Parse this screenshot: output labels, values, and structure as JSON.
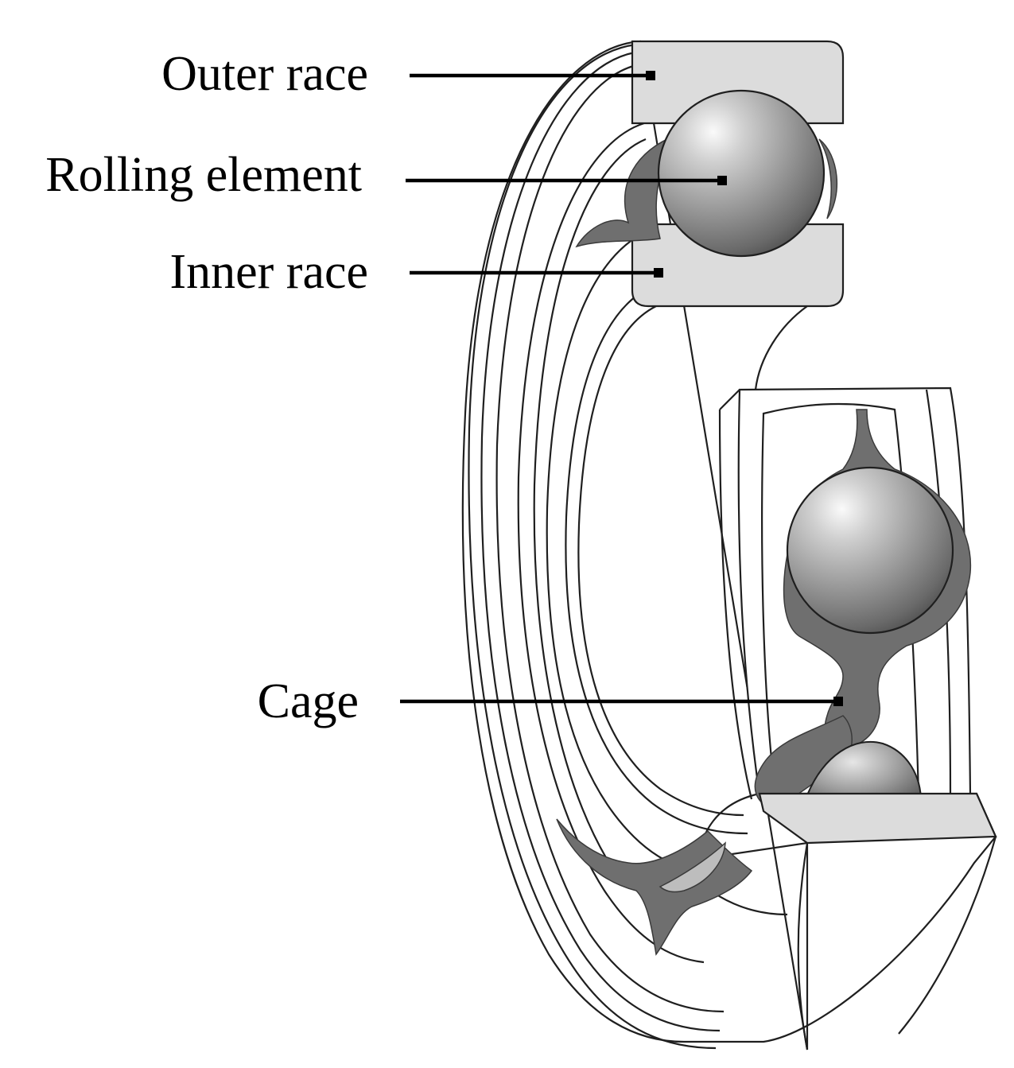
{
  "labels": {
    "outer_race": "Outer race",
    "rolling_element": "Rolling element",
    "inner_race": "Inner race",
    "cage": "Cage"
  },
  "colors": {
    "race_section": "#dcdcdc",
    "cage": "#6f6f6f",
    "ball_highlight": "#fafafa",
    "ball_shadow": "#4a4a4a",
    "line": "#000000"
  }
}
